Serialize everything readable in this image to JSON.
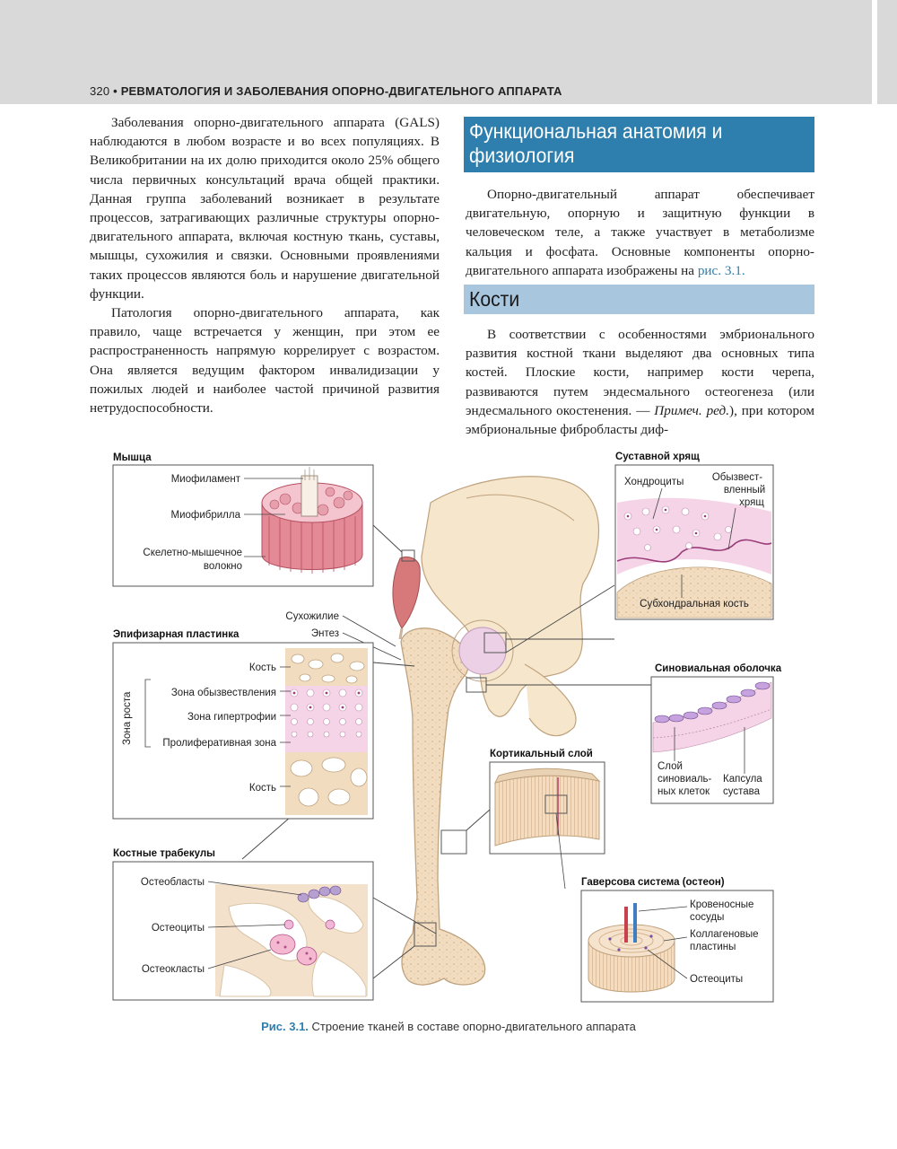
{
  "header": {
    "page_number": "320",
    "bullet": "•",
    "running_title": "РЕВМАТОЛОГИЯ И ЗАБОЛЕВАНИЯ ОПОРНО-ДВИГАТЕЛЬНОГО АППАРАТА"
  },
  "left_column": {
    "p1": "Заболевания опорно-двигательного аппарата (GALS) наблюдаются в любом возрасте и во всех популяциях. В Великобритании на их долю приходится около 25% общего числа первичных консультаций врача общей практики. Данная группа заболеваний возникает в результате процессов, затрагивающих различные структуры опорно-двигательного аппарата, включая костную ткань, суставы, мышцы, сухожилия и связки. Основными проявлениями таких процессов являются боль и нарушение двигательной функции.",
    "p2": "Патология опорно-двигательного аппарата, как правило, чаще встречается у женщин, при этом ее распространенность напрямую коррелирует с возрастом. Она является ведущим фактором инвалидизации у пожилых людей и наиболее частой причиной развития нетрудоспособности."
  },
  "right_column": {
    "heading": "Функциональная анатомия и физиология",
    "p1_text": "Опорно-двигательный аппарат обеспечивает двигательную, опорную и защитную функции в человеческом теле, а также участвует в метаболизме кальция и фосфата. Основные компоненты опорно-двигательного аппарата изображены на ",
    "p1_link": "рис. 3.1.",
    "subheading": "Кости",
    "p2_text": "В соответствии с особенностями эмбрионального развития костной ткани выделяют два основных типа костей. Плоские кости, например кости черепа, развиваются путем эндесмального остеогенеза (или эндесмального окостенения. — ",
    "p2_note": "Примеч. ред.",
    "p2_tail": "), при котором эмбриональные фибробласты диф-"
  },
  "figure": {
    "muscle": {
      "title": "Мышца",
      "myofilament": "Миофиламент",
      "myofibril": "Миофибрилла",
      "fiber_line1": "Скелетно-мышечное",
      "fiber_line2": "волокно"
    },
    "tendon": "Сухожилие",
    "enthesis": "Энтез",
    "epiphyseal": {
      "title": "Эпифизарная пластинка",
      "bone_top": "Кость",
      "growth_zone": "Зона роста",
      "calcification": "Зона обызвествления",
      "hypertrophy": "Зона гипертрофии",
      "proliferative": "Пролиферативная зона",
      "bone_bottom": "Кость"
    },
    "trabeculae": {
      "title": "Костные трабекулы",
      "osteoblasts": "Остеобласты",
      "osteocytes": "Остеоциты",
      "osteoclasts": "Остеокласты"
    },
    "cartilage": {
      "title": "Суставной хрящ",
      "chondrocytes": "Хондроциты",
      "calcified_l1": "Обызвест-",
      "calcified_l2": "вленный",
      "calcified_l3": "хрящ",
      "subchondral": "Субхондральная кость"
    },
    "synovial": {
      "title": "Синовиальная оболочка",
      "layer_l1": "Слой",
      "layer_l2": "синовиаль-",
      "layer_l3": "ных клеток",
      "capsule_l1": "Капсула",
      "capsule_l2": "сустава"
    },
    "cortical": {
      "title": "Кортикальный слой"
    },
    "haversian": {
      "title": "Гаверсова система (остеон)",
      "vessels_l1": "Кровеносные",
      "vessels_l2": "сосуды",
      "collagen_l1": "Коллагеновые",
      "collagen_l2": "пластины",
      "osteocytes": "Остеоциты"
    }
  },
  "caption": {
    "label": "Рис. 3.1.",
    "text": " Строение тканей в составе опорно-двигательного аппарата"
  },
  "colors": {
    "accent": "#2f7fae",
    "subheading_bg": "#a9c6df",
    "bone": "#f1dcc0",
    "pink": "#f2c6dc"
  }
}
